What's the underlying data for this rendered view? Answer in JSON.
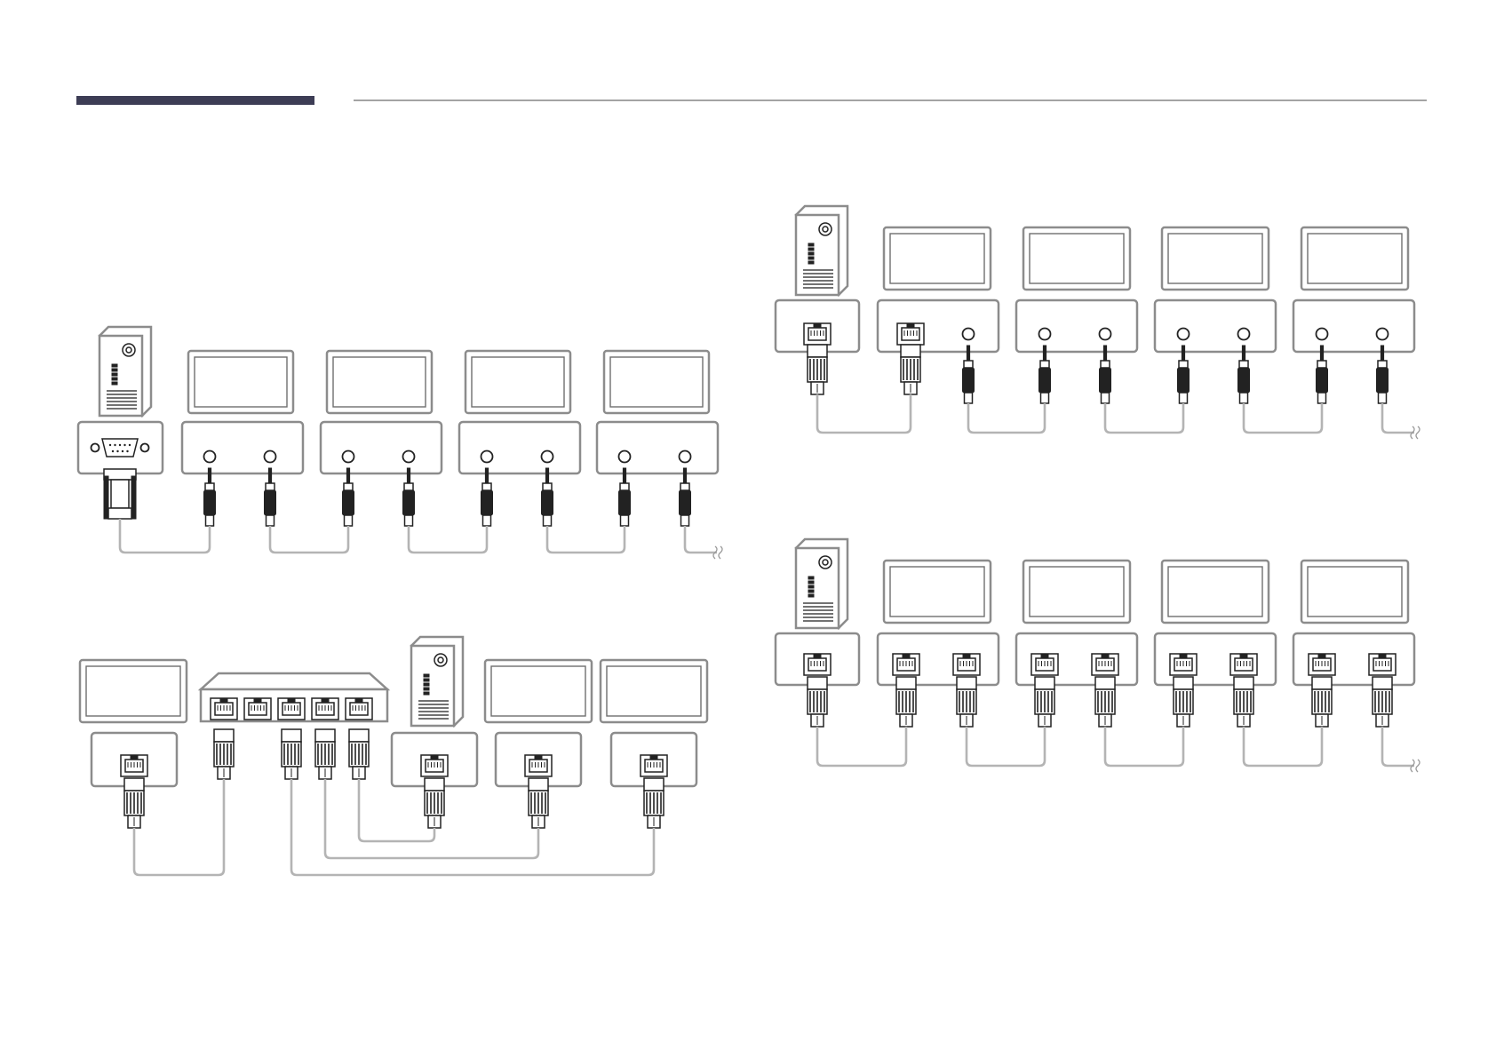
{
  "header": {
    "accent_color": "#3d3d55",
    "rule_color": "#6e6e6e"
  },
  "diagrams": [
    {
      "id": "rs232c-daisy-chain",
      "source": "pc",
      "pc_port": "rs232c-port",
      "link": "stereo-jack",
      "displays": 4
    },
    {
      "id": "lan-daisy-chain-stereo",
      "source": "pc",
      "pc_port": "rj45-port",
      "link": "stereo-jack",
      "displays": 4
    },
    {
      "id": "lan-daisy-chain-rj45",
      "source": "pc",
      "pc_port": "rj45-port",
      "link": "rj45",
      "displays": 4
    },
    {
      "id": "lan-switch-star",
      "source": "pc",
      "pc_port": "rj45-port",
      "link": "rj45-via-switch",
      "displays": 4
    }
  ],
  "colors": {
    "outline": "#8c8c8c",
    "cable": "#b4b4b4",
    "connector": "#222222"
  }
}
